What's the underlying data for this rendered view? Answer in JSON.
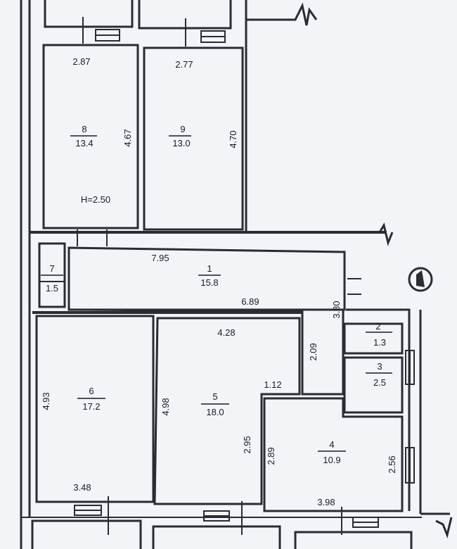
{
  "rooms": {
    "r8": {
      "number": "8",
      "area": "13.4",
      "height_note": "H=2.50"
    },
    "r9": {
      "number": "9",
      "area": "13.0"
    },
    "r1": {
      "number": "1",
      "area": "15.8"
    },
    "r7": {
      "number": "7",
      "area": "1.5"
    },
    "r6": {
      "number": "6",
      "area": "17.2"
    },
    "r5": {
      "number": "5",
      "area": "18.0"
    },
    "r2": {
      "number": "2",
      "area": "1.3"
    },
    "r3": {
      "number": "3",
      "area": "2.5"
    },
    "r4": {
      "number": "4",
      "area": "10.9"
    }
  },
  "dimensions": {
    "r8_width": "2.87",
    "r8_length": "4.67",
    "r9_width": "2.77",
    "r9_length": "4.70",
    "r1_width": "7.95",
    "r1_inner": "6.89",
    "r1_right": "3.80",
    "r5_width": "4.28",
    "r5_length": "4.98",
    "r5_right": "2.95",
    "r5_notch": "1.12",
    "corridor": "2.09",
    "r6_length": "4.93",
    "r6_width": "3.48",
    "r4_left": "2.89",
    "r4_right": "2.56",
    "r4_width": "3.98"
  },
  "colors": {
    "wall": "#2a2b33",
    "background": "#f3f4f8"
  }
}
